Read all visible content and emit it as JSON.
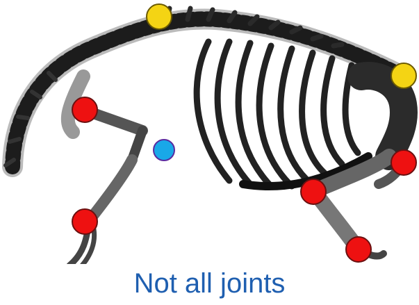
{
  "caption": "Not all joints",
  "colors": {
    "caption": "#1f5fb0",
    "red_marker": "#ee1111",
    "yellow_marker": "#f4d414",
    "blue_marker": "#19a8e8",
    "bone": "#222222"
  },
  "markers": [
    {
      "name": "spine-top-joint-marker",
      "color": "yellow"
    },
    {
      "name": "hip-joint-marker",
      "color": "yellow"
    },
    {
      "name": "shoulder-joint-marker",
      "color": "red"
    },
    {
      "name": "front-wrist-joint-marker",
      "color": "red"
    },
    {
      "name": "unlabeled-joint-marker",
      "color": "blue"
    },
    {
      "name": "hind-knee-joint-marker",
      "color": "red"
    },
    {
      "name": "hind-hock-joint-marker",
      "color": "red"
    },
    {
      "name": "hind-foot-joint-marker",
      "color": "red"
    }
  ]
}
